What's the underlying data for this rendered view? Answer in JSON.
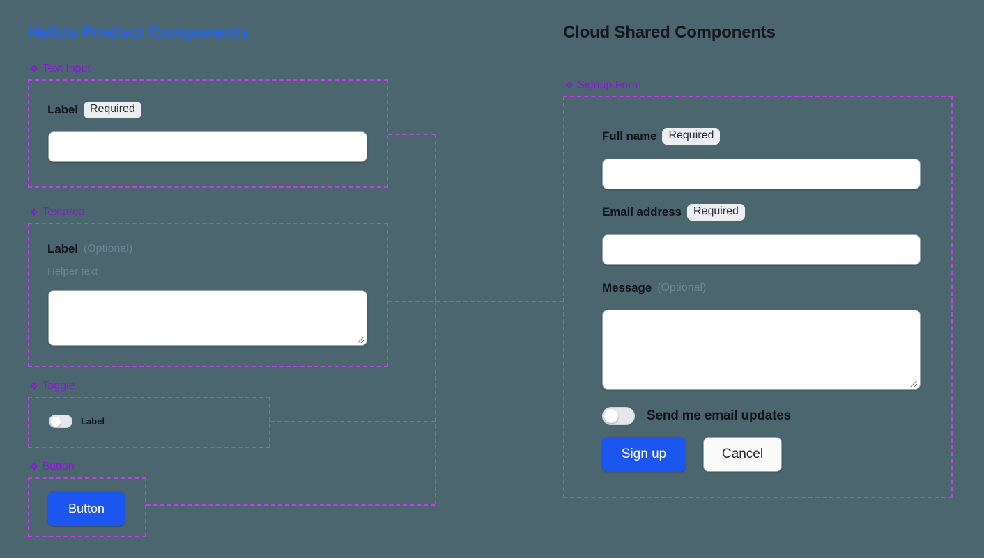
{
  "theme": {
    "background": "#4c6670",
    "outline": "#c13fe8",
    "section_label_color": "#8b18d6",
    "helios_title_color": "#2563eb",
    "cloud_title_color": "#16181d",
    "primary_button": "#1b56f0",
    "muted_text": "#6d8590",
    "badge_bg": "#eceef1"
  },
  "left_column": {
    "title": "Helios Product Components",
    "sections": [
      {
        "icon": "diamond-icon",
        "label": "Text Input",
        "field": {
          "label": "Label",
          "badge": "Required",
          "value": "",
          "placeholder": ""
        }
      },
      {
        "icon": "diamond-icon",
        "label": "Textarea",
        "field": {
          "label": "Label",
          "optional_note": "(Optional)",
          "helper_text": "Helper text",
          "value": "",
          "placeholder": ""
        }
      },
      {
        "icon": "diamond-icon",
        "label": "Toggle",
        "field": {
          "label": "Label",
          "state": "off"
        }
      },
      {
        "icon": "diamond-icon",
        "label": "Button",
        "field": {
          "label": "Button"
        }
      }
    ]
  },
  "right_column": {
    "title": "Cloud Shared Components",
    "section": {
      "icon": "diamond-icon",
      "label": "Signup Form"
    },
    "form": {
      "full_name": {
        "label": "Full name",
        "badge": "Required",
        "value": "",
        "placeholder": ""
      },
      "email": {
        "label": "Email address",
        "badge": "Required",
        "value": "",
        "placeholder": ""
      },
      "message": {
        "label": "Message",
        "optional_note": "(Optional)",
        "value": "",
        "placeholder": ""
      },
      "email_updates_toggle": {
        "label": "Send me email updates",
        "state": "off"
      },
      "submit_button": "Sign up",
      "cancel_button": "Cancel"
    }
  }
}
